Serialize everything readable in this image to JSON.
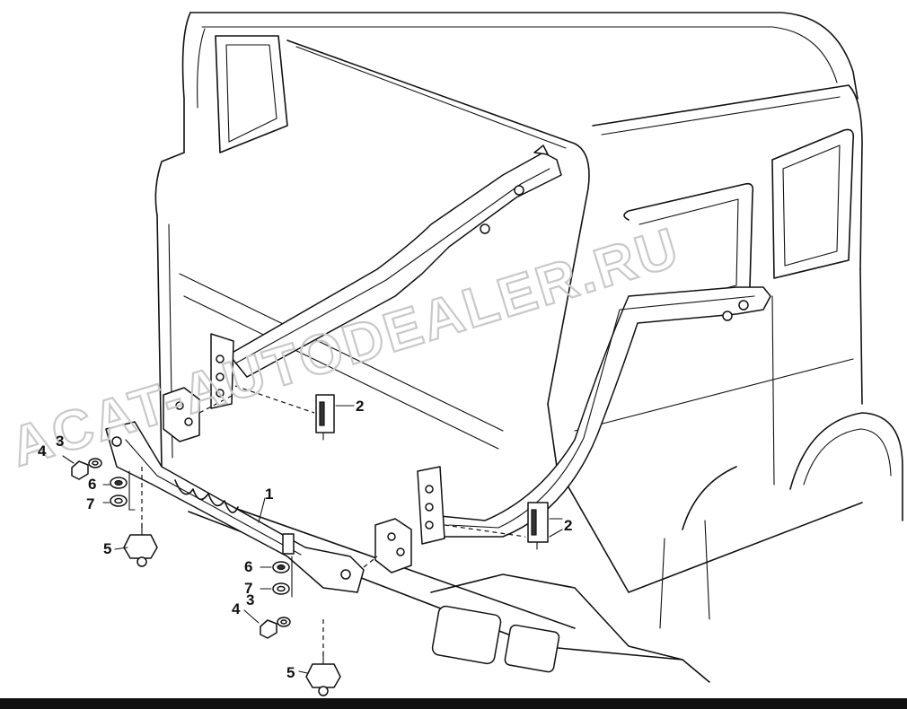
{
  "watermark": {
    "text": "ACAT-AUTODEALER.RU"
  },
  "callouts": {
    "c1": "1",
    "c2a": "2",
    "c2b": "2",
    "c3a": "3",
    "c3b": "3",
    "c4a": "4",
    "c4b": "4",
    "c5a": "5",
    "c5b": "5",
    "c6a": "6",
    "c6b": "6",
    "c7a": "7",
    "c7b": "7"
  }
}
